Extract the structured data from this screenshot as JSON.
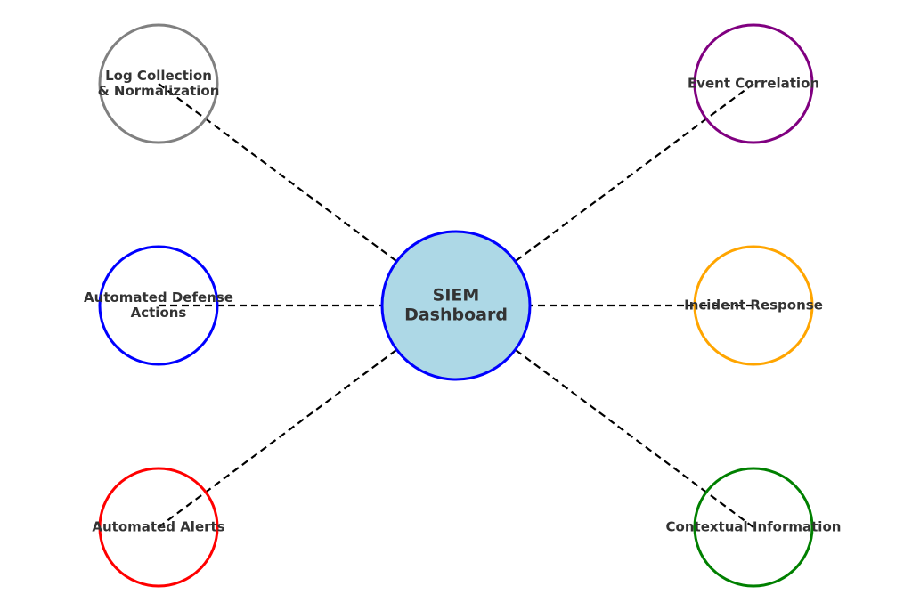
{
  "diagram": {
    "center": {
      "id": "siem",
      "label_lines": [
        "SIEM",
        "Dashboard"
      ],
      "fill": "#add8e6",
      "stroke": "#0000ff"
    },
    "nodes": [
      {
        "id": "log-collection",
        "label_lines": [
          "Log Collection",
          "& Normalization"
        ],
        "stroke": "#808080"
      },
      {
        "id": "event-correlation",
        "label_lines": [
          "Event Correlation"
        ],
        "stroke": "#800080"
      },
      {
        "id": "automated-defense",
        "label_lines": [
          "Automated Defense",
          "Actions"
        ],
        "stroke": "#0000ff"
      },
      {
        "id": "incident-response",
        "label_lines": [
          "Incident Response"
        ],
        "stroke": "#ffa500"
      },
      {
        "id": "automated-alerts",
        "label_lines": [
          "Automated Alerts"
        ],
        "stroke": "#ff0000"
      },
      {
        "id": "contextual-information",
        "label_lines": [
          "Contextual Information"
        ],
        "stroke": "#008000"
      }
    ],
    "connector_color": "#000000"
  }
}
